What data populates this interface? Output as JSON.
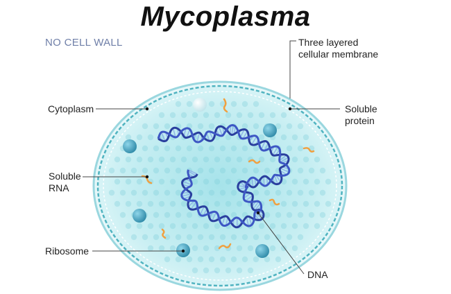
{
  "title": "Mycoplasma",
  "note": "NO CELL WALL",
  "labels": {
    "membrane": "Three layered\ncellular membrane",
    "cytoplasm": "Cytoplasm",
    "soluble_protein": "Soluble\nprotein",
    "soluble_rna": "Soluble\nRNA",
    "ribosome": "Ribosome",
    "dna": "DNA"
  },
  "colors": {
    "cell_fill": "#bfe9ee",
    "membrane": "#4fb3c0",
    "dna": "#2a3f9e",
    "rna": "#f0a040",
    "ribosome": "#3a9ab8"
  }
}
